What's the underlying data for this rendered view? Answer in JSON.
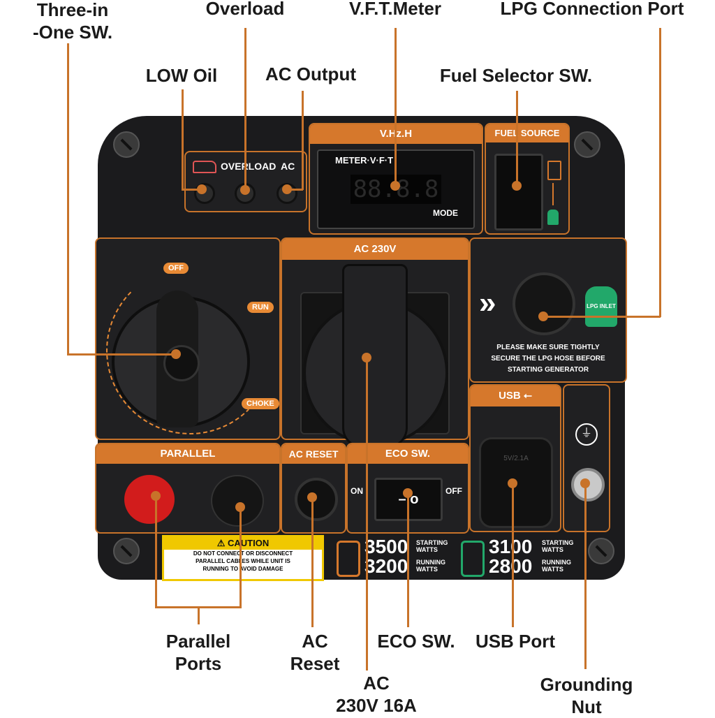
{
  "callouts": {
    "three_in_one_line1": "Three-in",
    "three_in_one_line2": "-One SW.",
    "overload": "Overload",
    "vft_meter": "V.F.T.Meter",
    "lpg_port": "LPG Connection Port",
    "low_oil": "LOW Oil",
    "ac_output": "AC Output",
    "fuel_selector": "Fuel Selector SW.",
    "parallel_ports_line1": "Parallel",
    "parallel_ports_line2": "Ports",
    "ac_reset_line1": "AC",
    "ac_reset_line2": "Reset",
    "eco_sw": "ECO SW.",
    "usb_port": "USB Port",
    "ac_230_line1": "AC",
    "ac_230_line2": "230V 16A",
    "grounding_line1": "Grounding",
    "grounding_line2": "Nut"
  },
  "panel": {
    "indicator_overload": "OVERLOAD",
    "indicator_ac": "AC",
    "meter_header": "V.Hz.H",
    "meter_label": "METER·V·F·T",
    "meter_digits": "88.8.8",
    "meter_mode": "MODE",
    "fuel_source": "FUEL SOURCE",
    "ac230_header": "AC 230V",
    "switch_off": "OFF",
    "switch_run": "RUN",
    "switch_choke": "CHOKE",
    "lpg_inlet": "LPG INLET",
    "lpg_notice_line1": "PLEASE MAKE SURE TIGHTLY",
    "lpg_notice_line2": "SECURE THE LPG HOSE BEFORE",
    "lpg_notice_line3": "STARTING GENERATOR",
    "usb_header": "USB",
    "usb_cover": "5V/2.1A",
    "parallel_header": "PARALLEL",
    "ac_reset_header": "AC RESET",
    "eco_header": "ECO SW.",
    "eco_on": "ON",
    "eco_off": "OFF",
    "caution_title": "⚠ CAUTION",
    "caution_line1": "DO NOT CONNECT OR DISCONNECT",
    "caution_line2": "PARALLEL CABLES WHILE UNIT IS",
    "caution_line3": "RUNNING TO AVOID DAMAGE",
    "gas_starting": "3500",
    "gas_running": "3200",
    "lpg_starting": "3100",
    "lpg_running": "2800",
    "starting_watts": "STARTING WATTS",
    "running_watts": "RUNNING WATTS"
  },
  "colors": {
    "accent": "#d6782c",
    "panel": "#1b1b1d",
    "lpg_green": "#22a86a"
  }
}
